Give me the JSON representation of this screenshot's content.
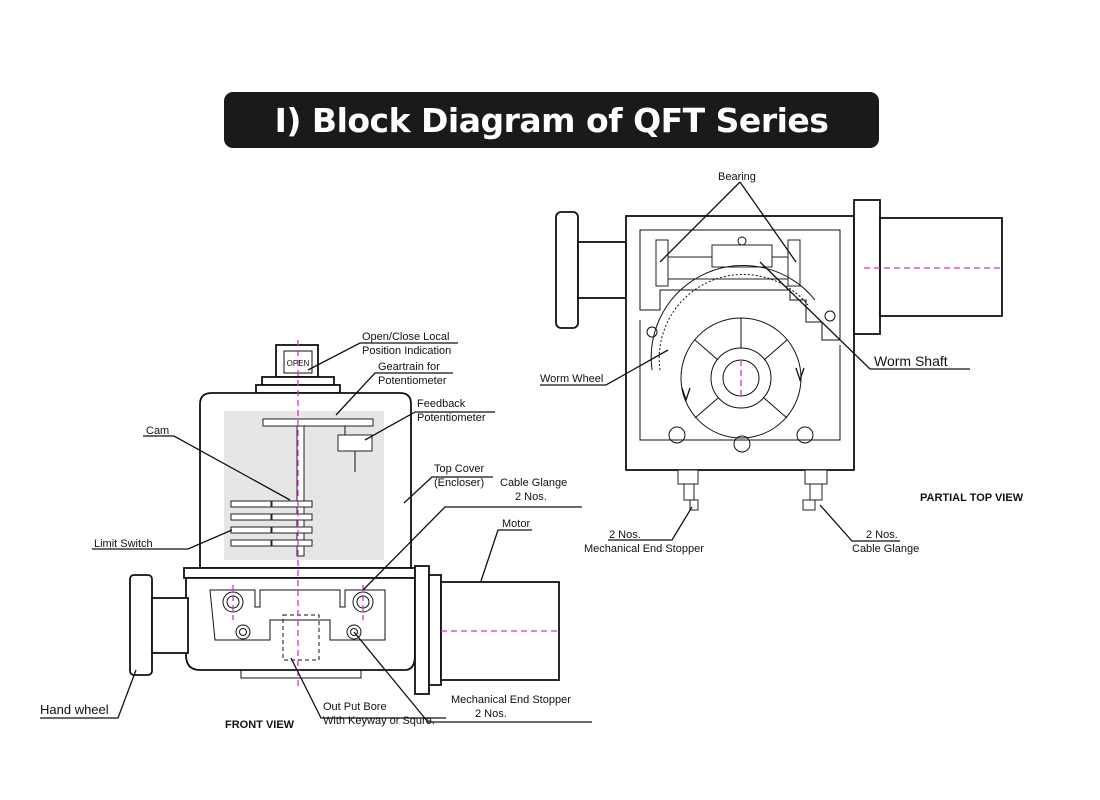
{
  "title": "I) Block Diagram of QFT Series",
  "front_view": {
    "view_label": "FRONT VIEW",
    "indicator_text": "OPEN",
    "labels": {
      "open_close_1": "Open/Close Local",
      "open_close_2": "Position Indication",
      "geartrain_1": "Geartrain for",
      "geartrain_2": "Potentiometer",
      "feedback_1": "Feedback",
      "feedback_2": "Potentiometer",
      "cam": "Cam",
      "top_cover_1": "Top Cover",
      "top_cover_2": "(Encloser)",
      "cable_glange_1": "Cable Glange",
      "cable_glange_2": "2 Nos.",
      "limit_switch": "Limit Switch",
      "motor": "Motor",
      "hand_wheel": "Hand wheel",
      "output_bore_1": "Out Put Bore",
      "output_bore_2": "With Keyway or Squre.",
      "mech_stopper_1": "Mechanical End Stopper",
      "mech_stopper_2": "2 Nos."
    }
  },
  "top_view": {
    "view_label": "PARTIAL TOP VIEW",
    "labels": {
      "bearing": "Bearing",
      "worm_wheel": "Worm Wheel",
      "worm_shaft": "Worm Shaft",
      "mech_stopper_1": "2 Nos.",
      "mech_stopper_2": "Mechanical End Stopper",
      "cable_glange_1": "2 Nos.",
      "cable_glange_2": "Cable Glange"
    }
  },
  "colors": {
    "banner": "#1a1a1a",
    "centerline": "#d22fd2",
    "cutaway": "#e6e6e6"
  }
}
